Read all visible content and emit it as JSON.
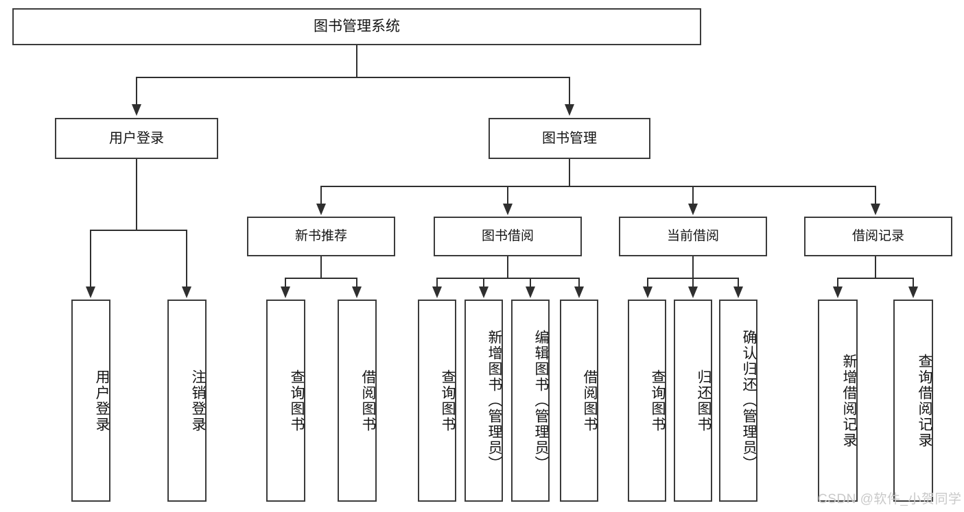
{
  "diagram": {
    "type": "tree",
    "title": "图书管理系统",
    "orientation": "top-down",
    "colors": {
      "box_border": "#3b3b3b",
      "box_fill": "#ffffff",
      "connector": "#2f2f2f",
      "text": "#141414",
      "watermark": "#c9c9c9"
    },
    "root": {
      "label": "图书管理系统"
    },
    "level1": [
      {
        "label": "用户登录"
      },
      {
        "label": "图书管理"
      }
    ],
    "level2": [
      {
        "label": "新书推荐"
      },
      {
        "label": "图书借阅"
      },
      {
        "label": "当前借阅"
      },
      {
        "label": "借阅记录"
      }
    ],
    "leaves": {
      "user_login": [
        {
          "label": "用户登录"
        },
        {
          "label": "注销登录"
        }
      ],
      "new_book_recommend": [
        {
          "label": "查询图书"
        },
        {
          "label": "借阅图书"
        }
      ],
      "book_borrow": [
        {
          "label": "查询图书"
        },
        {
          "label": "新增图书（管理员）"
        },
        {
          "label": "编辑图书（管理员）"
        },
        {
          "label": "借阅图书"
        }
      ],
      "current_borrow": [
        {
          "label": "查询图书"
        },
        {
          "label": "归还图书"
        },
        {
          "label": "确认归还（管理员）"
        }
      ],
      "borrow_record": [
        {
          "label": "新增借阅记录"
        },
        {
          "label": "查询借阅记录"
        }
      ]
    }
  },
  "watermark": {
    "text": "CSDN @软件_小贺同学"
  }
}
